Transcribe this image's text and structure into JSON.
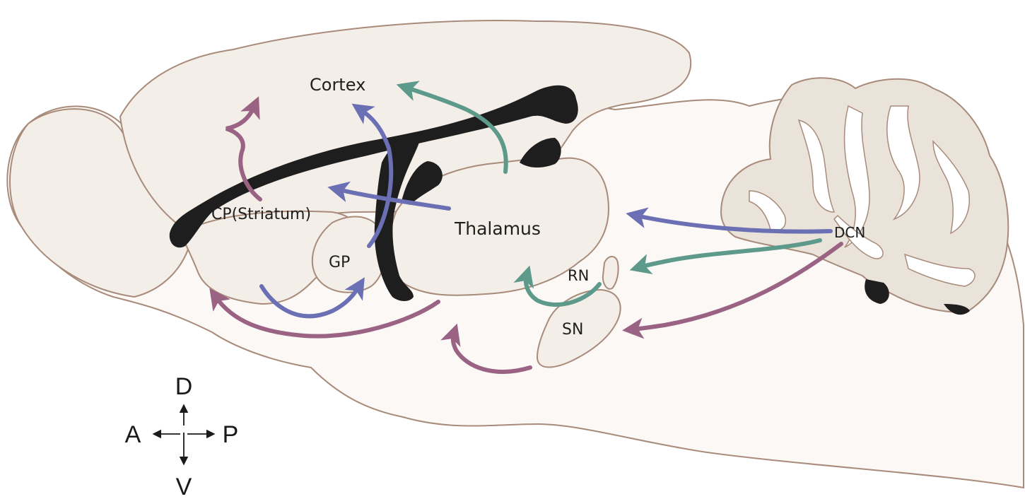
{
  "labels": {
    "cortex": "Cortex",
    "striatum": "CP(Striatum)",
    "thalamus": "Thalamus",
    "gp": "GP",
    "rn": "RN",
    "sn": "SN",
    "dcn": "DCN"
  },
  "compass": {
    "dorsal": "D",
    "ventral": "V",
    "anterior": "A",
    "posterior": "P"
  },
  "colors": {
    "purple": "#9a6384",
    "blue": "#6b6fb3",
    "teal": "#5e9a8c",
    "white_matter": "#1e1e1e",
    "tissue": "#f3eee8",
    "outline": "#a88b7a"
  }
}
